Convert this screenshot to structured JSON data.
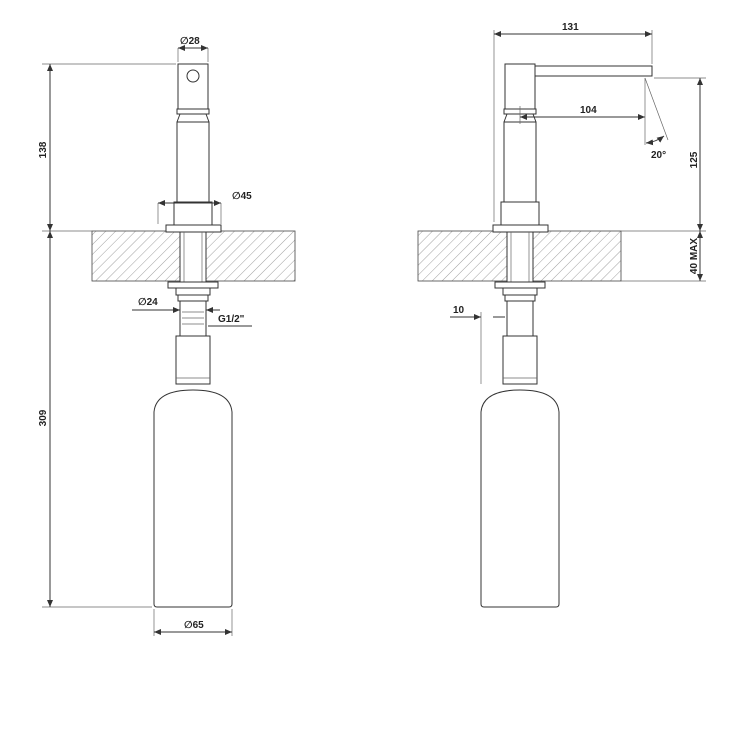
{
  "front_view": {
    "dims": {
      "top_diameter": "∅28",
      "upper_height": "138",
      "flange_diameter": "∅45",
      "lower_height": "309",
      "shank_diameter": "∅24",
      "thread": "G1/2\"",
      "bottle_diameter": "∅65"
    }
  },
  "side_view": {
    "dims": {
      "overall_width": "131",
      "spout_reach": "104",
      "spout_angle": "20°",
      "spout_height": "125",
      "max_thickness": "40 MAX",
      "offset": "10"
    }
  },
  "colors": {
    "line": "#333333",
    "hatch": "#888888",
    "background": "#ffffff"
  }
}
